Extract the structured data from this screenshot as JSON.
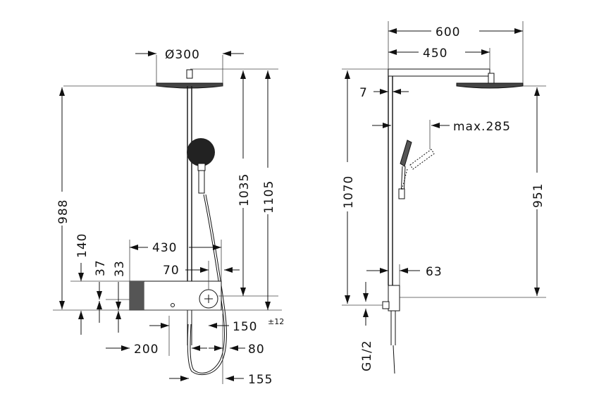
{
  "front": {
    "d300": "Ø300",
    "d430": "430",
    "d70": "70",
    "d1035": "1035",
    "d1105": "1105",
    "d988": "988",
    "d140": "140",
    "d37": "37",
    "d33": "33",
    "d150": "150",
    "d150_tol": "±12",
    "d200": "200",
    "d80": "80",
    "d155": "155"
  },
  "side": {
    "d600": "600",
    "d450": "450",
    "d7": "7",
    "dmax285": "max.285",
    "d1070": "1070",
    "d951": "951",
    "d63": "63",
    "thread": "G1/2"
  }
}
